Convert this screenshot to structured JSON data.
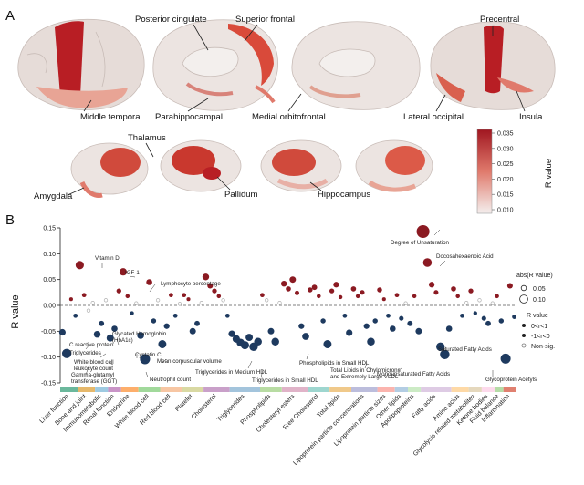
{
  "panel_a": {
    "label": "A",
    "brain_labels": [
      "Posterior cingulate",
      "Superior frontal",
      "Precentral",
      "Middle temporal",
      "Parahippocampal",
      "Medial orbitofrontal",
      "Lateral occipital",
      "Insula",
      "Thalamus",
      "Amygdala",
      "Pallidum",
      "Hippocampus"
    ],
    "colorbar": {
      "title": "R value",
      "ticks": [
        "0.035",
        "0.030",
        "0.025",
        "0.020",
        "0.015",
        "0.010"
      ],
      "color_high": "#a01620",
      "color_low": "#f4efee"
    }
  },
  "panel_b": {
    "label": "B",
    "ylabel": "R value",
    "ytick_labels": [
      "0.15",
      "0.10",
      "0.05",
      "0.00",
      "-0.05",
      "-0.10",
      "-0.15"
    ],
    "annotations": [
      "Degree of Unsaturation",
      "Docosahexaenoic Acid",
      "Vitamin D",
      "IGF-1",
      "Lymphocyte percentage",
      "C reactive protein",
      "Glycated Hemoglobin (HbA1c)",
      "Triglycerides",
      "Cystatin C",
      "White blood cell leukocyte count",
      "Mean corpuscular volume",
      "Gamma-glutamyl transferase (GGT)",
      "Neutrophil count",
      "Triglycerides in Medium HDL",
      "Triglycerides in Small HDL",
      "Phospholipids in Small HDL",
      "Total Lipids in Chylomicrons and Extremely Large VLDL",
      "Saturated Fatty Acids",
      "Monounsaturated Fatty Acids",
      "Glycoprotein Acetyls"
    ],
    "legend": {
      "size_title": "abs(R value)",
      "size_items": [
        "0.05",
        "0.10"
      ],
      "color_title": "R value",
      "color_items": [
        "0<r<1",
        "-1<r<0",
        "Non-sig."
      ]
    },
    "colors": {
      "positive": "#8b1a22",
      "negative": "#1e3a5f",
      "nonsig": "#b0b0b0"
    },
    "categories": [
      "Liver function",
      "Bone and joint",
      "Immunometabolic",
      "Renal function",
      "Endocrine",
      "White blood cell",
      "Red blood cell",
      "Platelet",
      "Cholesterol",
      "Triglycerides",
      "Phospholipids",
      "Cholesteryl esters",
      "Free Cholesterol",
      "Total lipids",
      "Lipoprotein particle concentrations",
      "Lipoprotein particle sizes",
      "Other lipids",
      "Apolipoproteins",
      "Fatty acids",
      "Amino acids",
      "Glycolysis related metabolites",
      "Ketone bodies",
      "Fluid balance",
      "Inflammation"
    ],
    "category_colors": [
      "#6bb89c",
      "#e6b86b",
      "#9ecae1",
      "#c994c7",
      "#fdae6b",
      "#a1d99b",
      "#f7c6a3",
      "#d9d9a3",
      "#c9a0c9",
      "#a3c4dc",
      "#b8dca3",
      "#e0b3c8",
      "#9ed6cf",
      "#f0c98a",
      "#bcbddc",
      "#fbb4ae",
      "#b3cde3",
      "#ccebc5",
      "#decbe4",
      "#fed9a6",
      "#e5d8bd",
      "#fddaec",
      "#b5dca6",
      "#e08070"
    ],
    "chart_data": {
      "type": "scatter",
      "ylabel": "R value",
      "ylim": [
        -0.15,
        0.15
      ],
      "categories": [
        "Liver function",
        "Bone and joint",
        "Immunometabolic",
        "Renal function",
        "Endocrine",
        "White blood cell",
        "Red blood cell",
        "Platelet",
        "Cholesterol",
        "Triglycerides",
        "Phospholipids",
        "Cholesteryl esters",
        "Free Cholesterol",
        "Total lipids",
        "Lipoprotein particle concentrations",
        "Lipoprotein particle sizes",
        "Other lipids",
        "Apolipoproteins",
        "Fatty acids",
        "Amino acids",
        "Glycolysis related metabolites",
        "Ketone bodies",
        "Fluid balance",
        "Inflammation"
      ],
      "points": [
        {
          "cat": 0,
          "y": -0.052
        },
        {
          "cat": 0,
          "y": -0.093
        },
        {
          "cat": 0,
          "y": 0.012
        },
        {
          "cat": 0,
          "y": -0.02
        },
        {
          "cat": 1,
          "y": 0.078
        },
        {
          "cat": 1,
          "y": 0.02
        },
        {
          "cat": 1,
          "y": -0.01
        },
        {
          "cat": 1,
          "y": 0.005
        },
        {
          "cat": 2,
          "y": -0.056
        },
        {
          "cat": 2,
          "y": -0.035
        },
        {
          "cat": 2,
          "y": 0.01
        },
        {
          "cat": 3,
          "y": -0.063
        },
        {
          "cat": 3,
          "y": -0.045
        },
        {
          "cat": 3,
          "y": 0.028
        },
        {
          "cat": 4,
          "y": 0.065
        },
        {
          "cat": 4,
          "y": 0.018
        },
        {
          "cat": 4,
          "y": -0.015
        },
        {
          "cat": 4,
          "y": 0.004
        },
        {
          "cat": 5,
          "y": -0.058
        },
        {
          "cat": 5,
          "y": -0.104
        },
        {
          "cat": 5,
          "y": 0.045
        },
        {
          "cat": 5,
          "y": -0.03
        },
        {
          "cat": 5,
          "y": 0.01
        },
        {
          "cat": 6,
          "y": -0.075
        },
        {
          "cat": 6,
          "y": -0.04
        },
        {
          "cat": 6,
          "y": 0.02
        },
        {
          "cat": 6,
          "y": -0.02
        },
        {
          "cat": 6,
          "y": 0.003
        },
        {
          "cat": 7,
          "y": 0.02
        },
        {
          "cat": 7,
          "y": 0.012
        },
        {
          "cat": 7,
          "y": -0.05
        },
        {
          "cat": 7,
          "y": -0.035
        },
        {
          "cat": 7,
          "y": 0.005
        },
        {
          "cat": 8,
          "y": 0.055
        },
        {
          "cat": 8,
          "y": 0.038
        },
        {
          "cat": 8,
          "y": 0.028
        },
        {
          "cat": 8,
          "y": 0.018
        },
        {
          "cat": 8,
          "y": 0.01
        },
        {
          "cat": 8,
          "y": -0.02
        },
        {
          "cat": 9,
          "y": -0.055
        },
        {
          "cat": 9,
          "y": -0.065
        },
        {
          "cat": 9,
          "y": -0.072
        },
        {
          "cat": 9,
          "y": -0.077
        },
        {
          "cat": 9,
          "y": -0.062
        },
        {
          "cat": 9,
          "y": -0.08
        },
        {
          "cat": 9,
          "y": -0.07
        },
        {
          "cat": 10,
          "y": 0.02
        },
        {
          "cat": 10,
          "y": 0.01
        },
        {
          "cat": 10,
          "y": -0.05
        },
        {
          "cat": 10,
          "y": -0.07
        },
        {
          "cat": 10,
          "y": 0.005
        },
        {
          "cat": 11,
          "y": 0.042
        },
        {
          "cat": 11,
          "y": 0.032
        },
        {
          "cat": 11,
          "y": 0.05
        },
        {
          "cat": 11,
          "y": 0.024
        },
        {
          "cat": 11,
          "y": -0.04
        },
        {
          "cat": 11,
          "y": -0.06
        },
        {
          "cat": 12,
          "y": 0.03
        },
        {
          "cat": 12,
          "y": 0.035
        },
        {
          "cat": 12,
          "y": 0.018
        },
        {
          "cat": 12,
          "y": -0.03
        },
        {
          "cat": 12,
          "y": -0.075
        },
        {
          "cat": 13,
          "y": 0.028
        },
        {
          "cat": 13,
          "y": 0.04
        },
        {
          "cat": 13,
          "y": 0.016
        },
        {
          "cat": 13,
          "y": -0.02
        },
        {
          "cat": 13,
          "y": -0.053
        },
        {
          "cat": 14,
          "y": 0.032
        },
        {
          "cat": 14,
          "y": 0.018
        },
        {
          "cat": 14,
          "y": 0.025
        },
        {
          "cat": 14,
          "y": -0.04
        },
        {
          "cat": 14,
          "y": -0.07
        },
        {
          "cat": 14,
          "y": -0.03
        },
        {
          "cat": 15,
          "y": 0.03
        },
        {
          "cat": 15,
          "y": 0.012
        },
        {
          "cat": 15,
          "y": -0.02
        },
        {
          "cat": 15,
          "y": -0.045
        },
        {
          "cat": 16,
          "y": 0.02
        },
        {
          "cat": 16,
          "y": -0.025
        },
        {
          "cat": 16,
          "y": 0.004
        },
        {
          "cat": 17,
          "y": -0.035
        },
        {
          "cat": 17,
          "y": 0.018
        },
        {
          "cat": 17,
          "y": -0.05
        },
        {
          "cat": 18,
          "y": 0.143
        },
        {
          "cat": 18,
          "y": 0.083
        },
        {
          "cat": 18,
          "y": 0.04
        },
        {
          "cat": 18,
          "y": 0.025
        },
        {
          "cat": 18,
          "y": -0.08
        },
        {
          "cat": 18,
          "y": -0.095
        },
        {
          "cat": 18,
          "y": -0.045
        },
        {
          "cat": 19,
          "y": 0.032
        },
        {
          "cat": 19,
          "y": 0.018
        },
        {
          "cat": 19,
          "y": -0.02
        },
        {
          "cat": 19,
          "y": 0.005
        },
        {
          "cat": 20,
          "y": 0.028
        },
        {
          "cat": 20,
          "y": -0.015
        },
        {
          "cat": 20,
          "y": 0.01
        },
        {
          "cat": 21,
          "y": -0.025
        },
        {
          "cat": 21,
          "y": -0.035
        },
        {
          "cat": 21,
          "y": 0.004
        },
        {
          "cat": 22,
          "y": 0.018
        },
        {
          "cat": 22,
          "y": -0.03
        },
        {
          "cat": 23,
          "y": -0.103
        },
        {
          "cat": 23,
          "y": 0.038
        },
        {
          "cat": 23,
          "y": -0.022
        }
      ]
    }
  }
}
